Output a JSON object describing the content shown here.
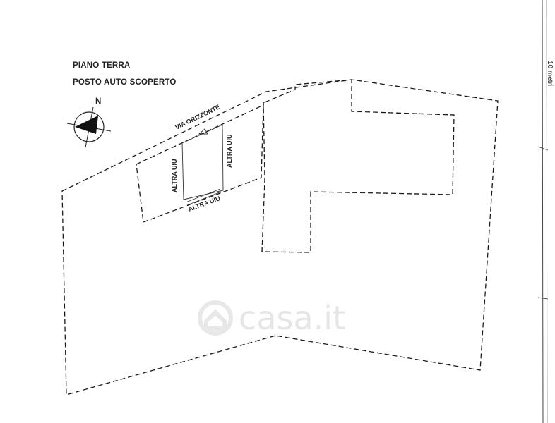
{
  "plan": {
    "title_line1": "PIANO TERRA",
    "title_line2": "POSTO AUTO SCOPERTO",
    "street": "VIA ORIZZONTE",
    "north": "N",
    "neighbor_left": "ALTRA UIU",
    "neighbor_right": "ALTRA UIU",
    "neighbor_bottom": "ALTRA UIU",
    "scale_label": "10 metri"
  },
  "watermark": {
    "text": "casa.it"
  }
}
